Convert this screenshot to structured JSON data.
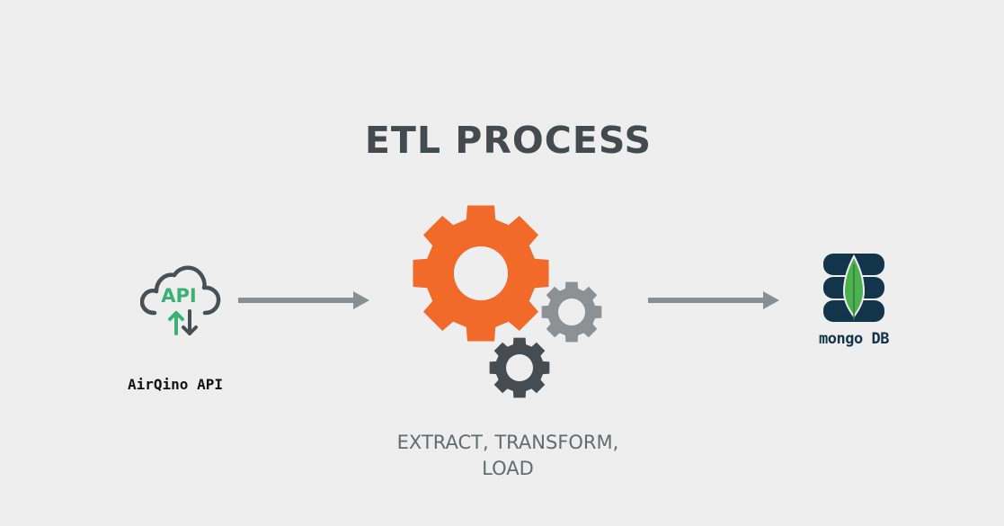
{
  "title": "ETL PROCESS",
  "subtitle": {
    "line1": "EXTRACT, TRANSFORM,",
    "line2": "LOAD"
  },
  "source": {
    "icon": "cloud-api-icon",
    "icon_text": "API",
    "label": "AirQino API"
  },
  "process": {
    "icon": "gears-icon"
  },
  "destination": {
    "icon": "mongodb-database-icon",
    "label": "mongo DB"
  },
  "colors": {
    "background": "#eeeeee",
    "title": "#454a4c",
    "gear_large": "#f26a2a",
    "gear_medium": "#8d9194",
    "gear_small": "#454d52",
    "arrow": "#8a8e91",
    "api_green": "#3bb273",
    "api_outline": "#4a4f52",
    "mongo_navy": "#13354c",
    "mongo_leaf": "#4caf50"
  }
}
